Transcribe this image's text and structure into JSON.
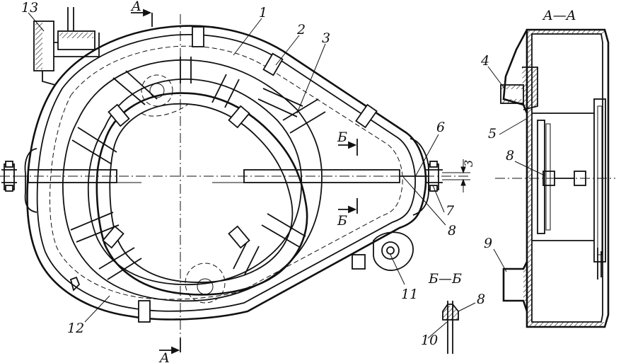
{
  "labels": {
    "n1": "1",
    "n2": "2",
    "n3": "3",
    "n4": "4",
    "n5": "5",
    "n6": "6",
    "n7": "7",
    "n8a": "8",
    "n8b": "8",
    "n8c": "8",
    "n9": "9",
    "n10": "10",
    "n11": "11",
    "n12": "12",
    "n13": "13",
    "dim3": "3"
  },
  "sections": {
    "a_top": "A",
    "a_bottom": "A",
    "b_top": "Б",
    "b_bottom": "Б",
    "view_aa": "A—A",
    "view_bb": "Б—Б"
  }
}
